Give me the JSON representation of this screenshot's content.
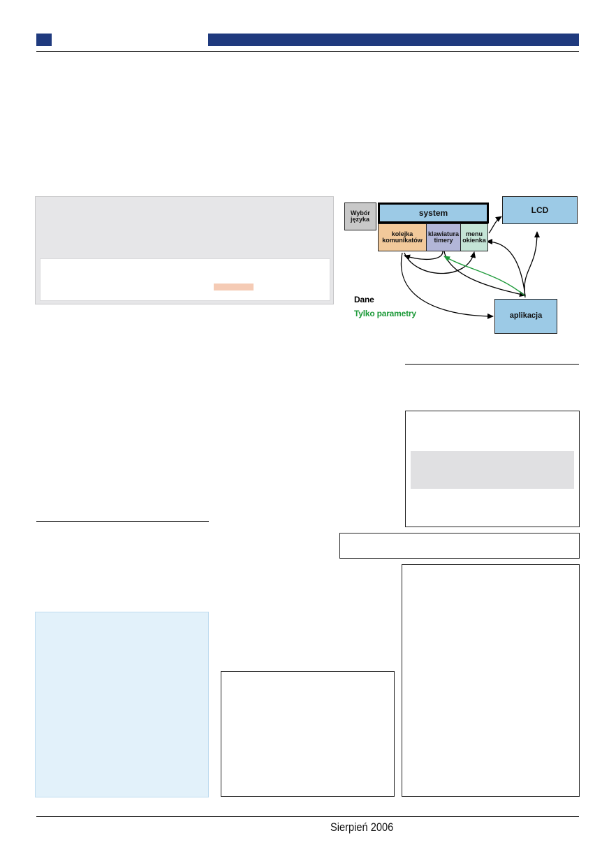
{
  "footer": {
    "date": "Sierpień 2006"
  },
  "diagram": {
    "nodes": {
      "language": "Wybór\njęzyka",
      "system": "system",
      "queue": "kolejka\nkomunikatów",
      "keyboard": "klawiatura\ntimery",
      "menu": "menu\nokienka",
      "lcd": "LCD",
      "app": "aplikacja"
    },
    "legend": {
      "data": "Dane",
      "params": "Tylko parametry"
    },
    "colors": {
      "system_fill": "#9ccae6",
      "language_fill": "#c8c8c8",
      "queue_fill": "#f2c99a",
      "keyboard_fill": "#b2b6d8",
      "menu_fill": "#c4e4d6",
      "lcd_fill": "#9ccae6",
      "app_fill": "#9ccae6",
      "params_arrow": "#1e9a3a"
    }
  },
  "colors": {
    "header_bar": "#1f3a7e",
    "gray_panel": "#e6e6e8",
    "sidebar_panel": "#e2f1fa",
    "highlight": "#f5cbb5"
  }
}
